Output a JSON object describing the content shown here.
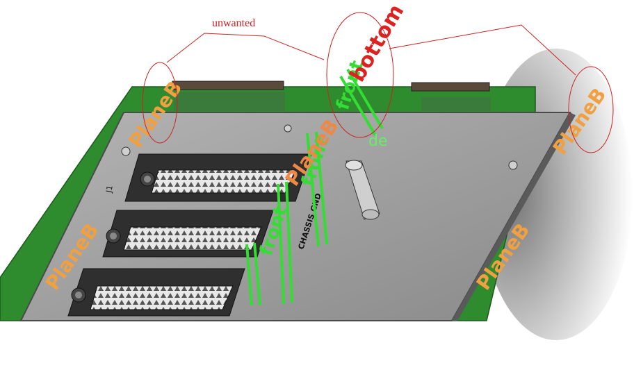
{
  "annotation": {
    "label": "unwanted",
    "color": "#cc2222"
  },
  "board": {
    "connector_label": "J1",
    "chassis_label": "CHASSIS GND",
    "colors": {
      "pcb_green": "#2e8b2e",
      "plate_gray": "#9a9a9a",
      "plate_edge": "#5a5a5a",
      "connector_dark": "#333333"
    }
  },
  "overlay": {
    "green_text": "front",
    "green_text2": "de",
    "red_text": "bottom",
    "watermark": "PlaneB"
  }
}
